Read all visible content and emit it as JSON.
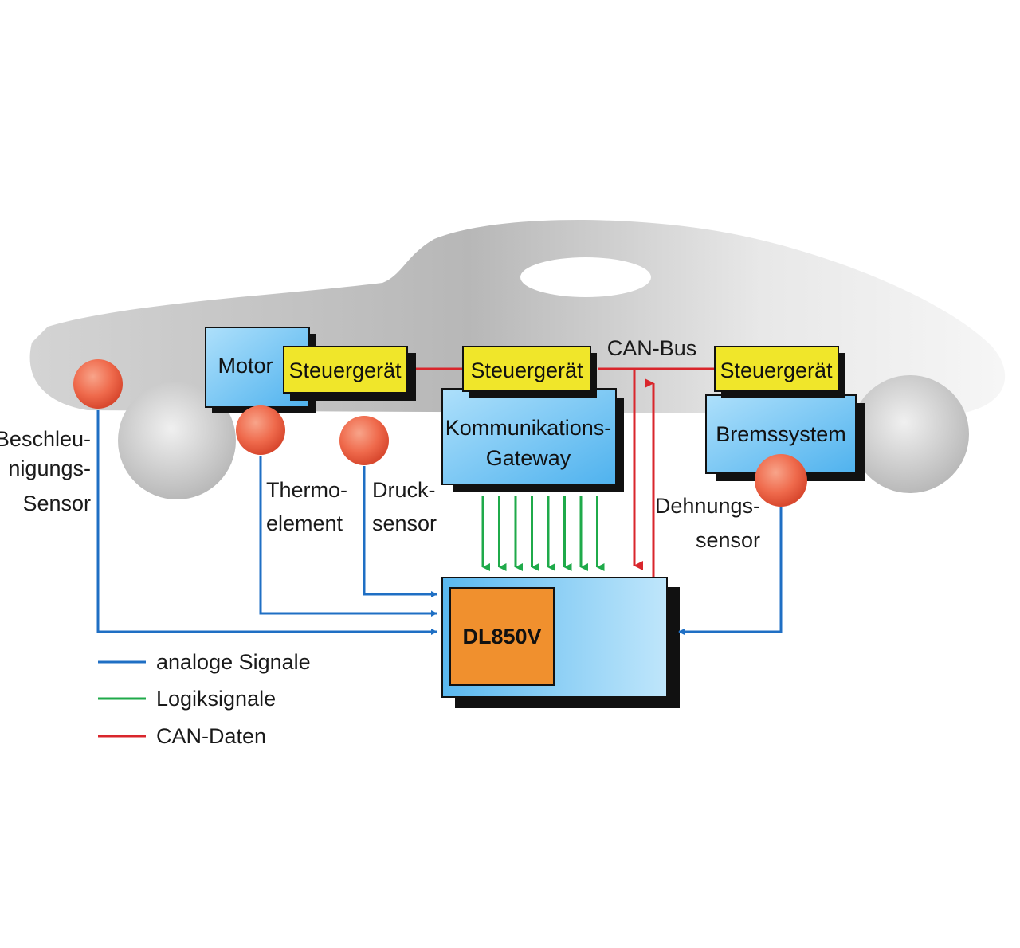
{
  "components": {
    "motor": "Motor",
    "ecu_left": "Steuergerät",
    "ecu_center": "Steuergerät",
    "ecu_right": "Steuergerät",
    "gateway_line1": "Kommunikations-",
    "gateway_line2": "Gateway",
    "brake": "Bremssystem",
    "recorder": "DL850V"
  },
  "bus_label": "CAN-Bus",
  "sensors": {
    "acceleration": [
      "Beschleu-",
      "nigungs-",
      "Sensor"
    ],
    "thermocouple": [
      "Thermo-",
      "element"
    ],
    "pressure": [
      "Druck-",
      "sensor"
    ],
    "strain": [
      "Dehnungs-",
      "sensor"
    ]
  },
  "legend": [
    {
      "label": "analoge Signale",
      "color": "#1f6fc4"
    },
    {
      "label": "Logiksignale",
      "color": "#1faa4a"
    },
    {
      "label": "CAN-Daten",
      "color": "#d9262c"
    }
  ],
  "colors": {
    "box_blue": "#5ab8ef",
    "ecu_yellow": "#f0e62a",
    "recorder_orange": "#f0902e",
    "sensor_red": "#ef6a4c",
    "car_gray": "#c9c9c9"
  }
}
